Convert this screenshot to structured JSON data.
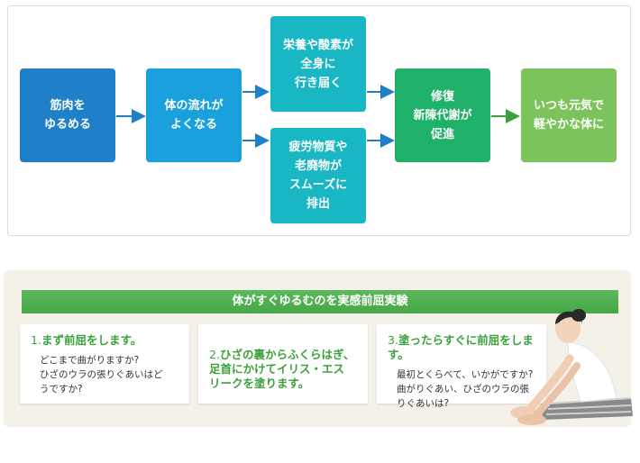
{
  "flow": {
    "nodes": [
      {
        "id": "n1",
        "label": "筋肉を\nゆるめる",
        "color": "#1f7fc9"
      },
      {
        "id": "n2",
        "label": "体の流れが\nよくなる",
        "color": "#1aa0dc"
      },
      {
        "id": "n3",
        "label": "栄養や酸素が\n全身に\n行き届く",
        "color": "#19b7c4"
      },
      {
        "id": "n4",
        "label": "疲労物質や\n老廃物が\nスムーズに\n排出",
        "color": "#19b7c4"
      },
      {
        "id": "n5",
        "label": "修復\n新陳代謝が\n促進",
        "color": "#1fb06a"
      },
      {
        "id": "n6",
        "label": "いつも元気で\n軽やかな体に",
        "color": "#7cc35b"
      }
    ]
  },
  "experiment": {
    "title": "体がすぐゆるむのを実感前屈実験",
    "steps": [
      {
        "num": "1.",
        "title": "まず前屈をします。",
        "body": "どこまで曲がりますか?\nひざのウラの張りぐあいはど\nうですか?"
      },
      {
        "num": "2.",
        "title": "ひざの裏からふくらはぎ、\n足首にかけてイリス・エス\nリークを塗ります。",
        "body": ""
      },
      {
        "num": "3.",
        "title": "塗ったらすぐに前屈をします。",
        "body": "最初とくらべて、いかがですか?\n曲がりぐあい、ひざのウラの張\nりぐあいは?"
      }
    ]
  }
}
